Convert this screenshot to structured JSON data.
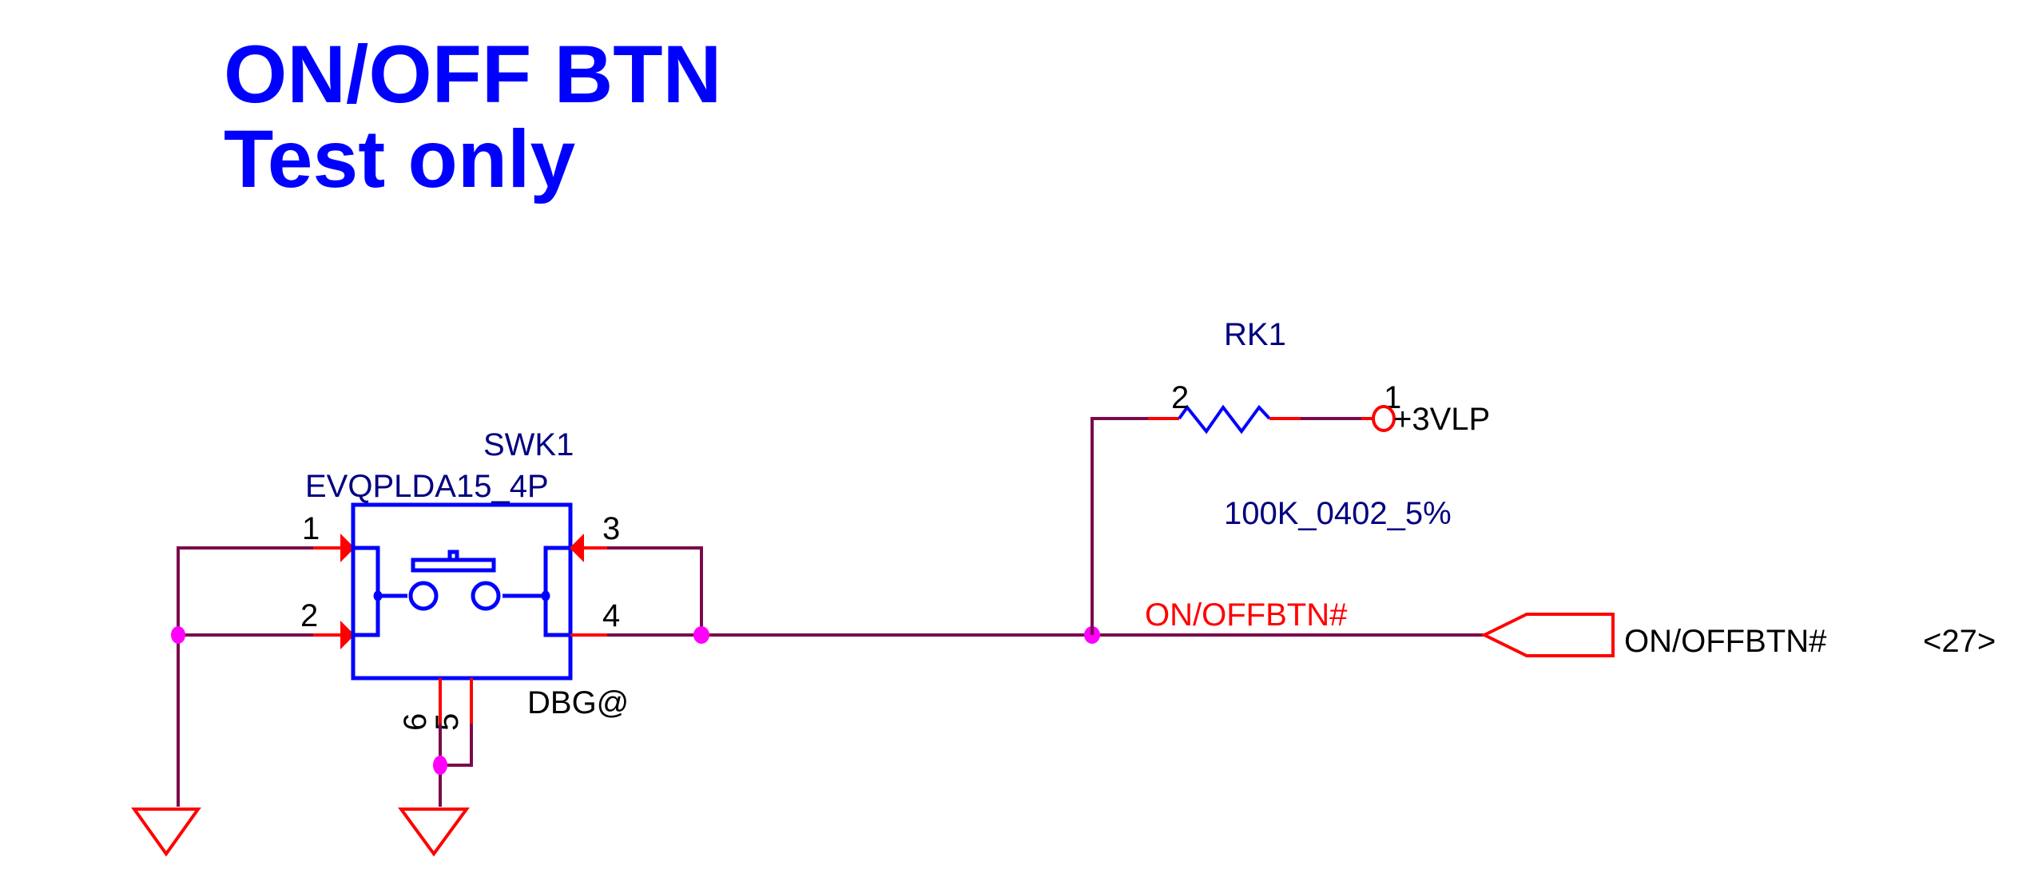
{
  "title": {
    "line1": "ON/OFF BTN",
    "line2": "Test only"
  },
  "colors": {
    "title": "#0000ff",
    "wire": "#7b0a4a",
    "pin": "#ff0000",
    "component_body": "#0000ff",
    "junction": "#ff00ff",
    "refdes": "#000080",
    "net_label": "#ff0000"
  },
  "switch": {
    "refdes": "SWK1",
    "part": "EVQPLDA15_4P",
    "variant": "DBG@",
    "pins": [
      "1",
      "2",
      "3",
      "4",
      "5",
      "6"
    ]
  },
  "resistor": {
    "refdes": "RK1",
    "value": "100K_0402_5%",
    "pins": [
      "2",
      "1"
    ]
  },
  "power": {
    "name": "+3VLP"
  },
  "net": {
    "name": "ON/OFFBTN#"
  },
  "offpage": {
    "name": "ON/OFFBTN#",
    "ref": "<27>"
  },
  "grounds": [
    "gnd-left",
    "gnd-middle"
  ]
}
